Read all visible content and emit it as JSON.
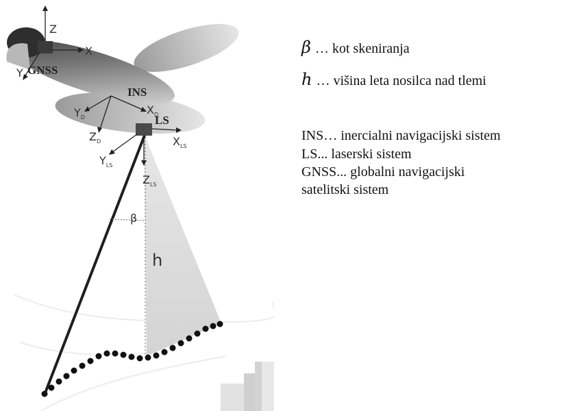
{
  "diagram": {
    "labels": {
      "z": "Z",
      "x": "X",
      "y": "Y",
      "gnss": "GNSS",
      "ins": "INS",
      "ls": "LS",
      "yd": "Y",
      "yd_sub": "D",
      "xd": "X",
      "xd_sub": "D",
      "zd": "Z",
      "zd_sub": "D",
      "xls": "X",
      "xls_sub": "LS",
      "yls": "Y",
      "yls_sub": "LS",
      "zls": "Z",
      "zls_sub": "LS",
      "beta": "β",
      "h": "h"
    }
  },
  "legend": {
    "beta_symbol": "β",
    "beta_text": "… kot skeniranja",
    "h_symbol": "h",
    "h_text": "… višina leta nosilca nad tlemi",
    "ins_text": "INS… inercialni navigacijski sistem",
    "ls_text": "LS... laserski sistem",
    "gnss_line1": "GNSS... globalni navigacijski",
    "gnss_line2": "satelitski sistem"
  },
  "colors": {
    "scan_fan": "#d6d6d6",
    "fuselage_dark": "#555555",
    "wing_light": "#cfcfcf",
    "beam": "#222222",
    "footprint_dots": "#111111"
  }
}
